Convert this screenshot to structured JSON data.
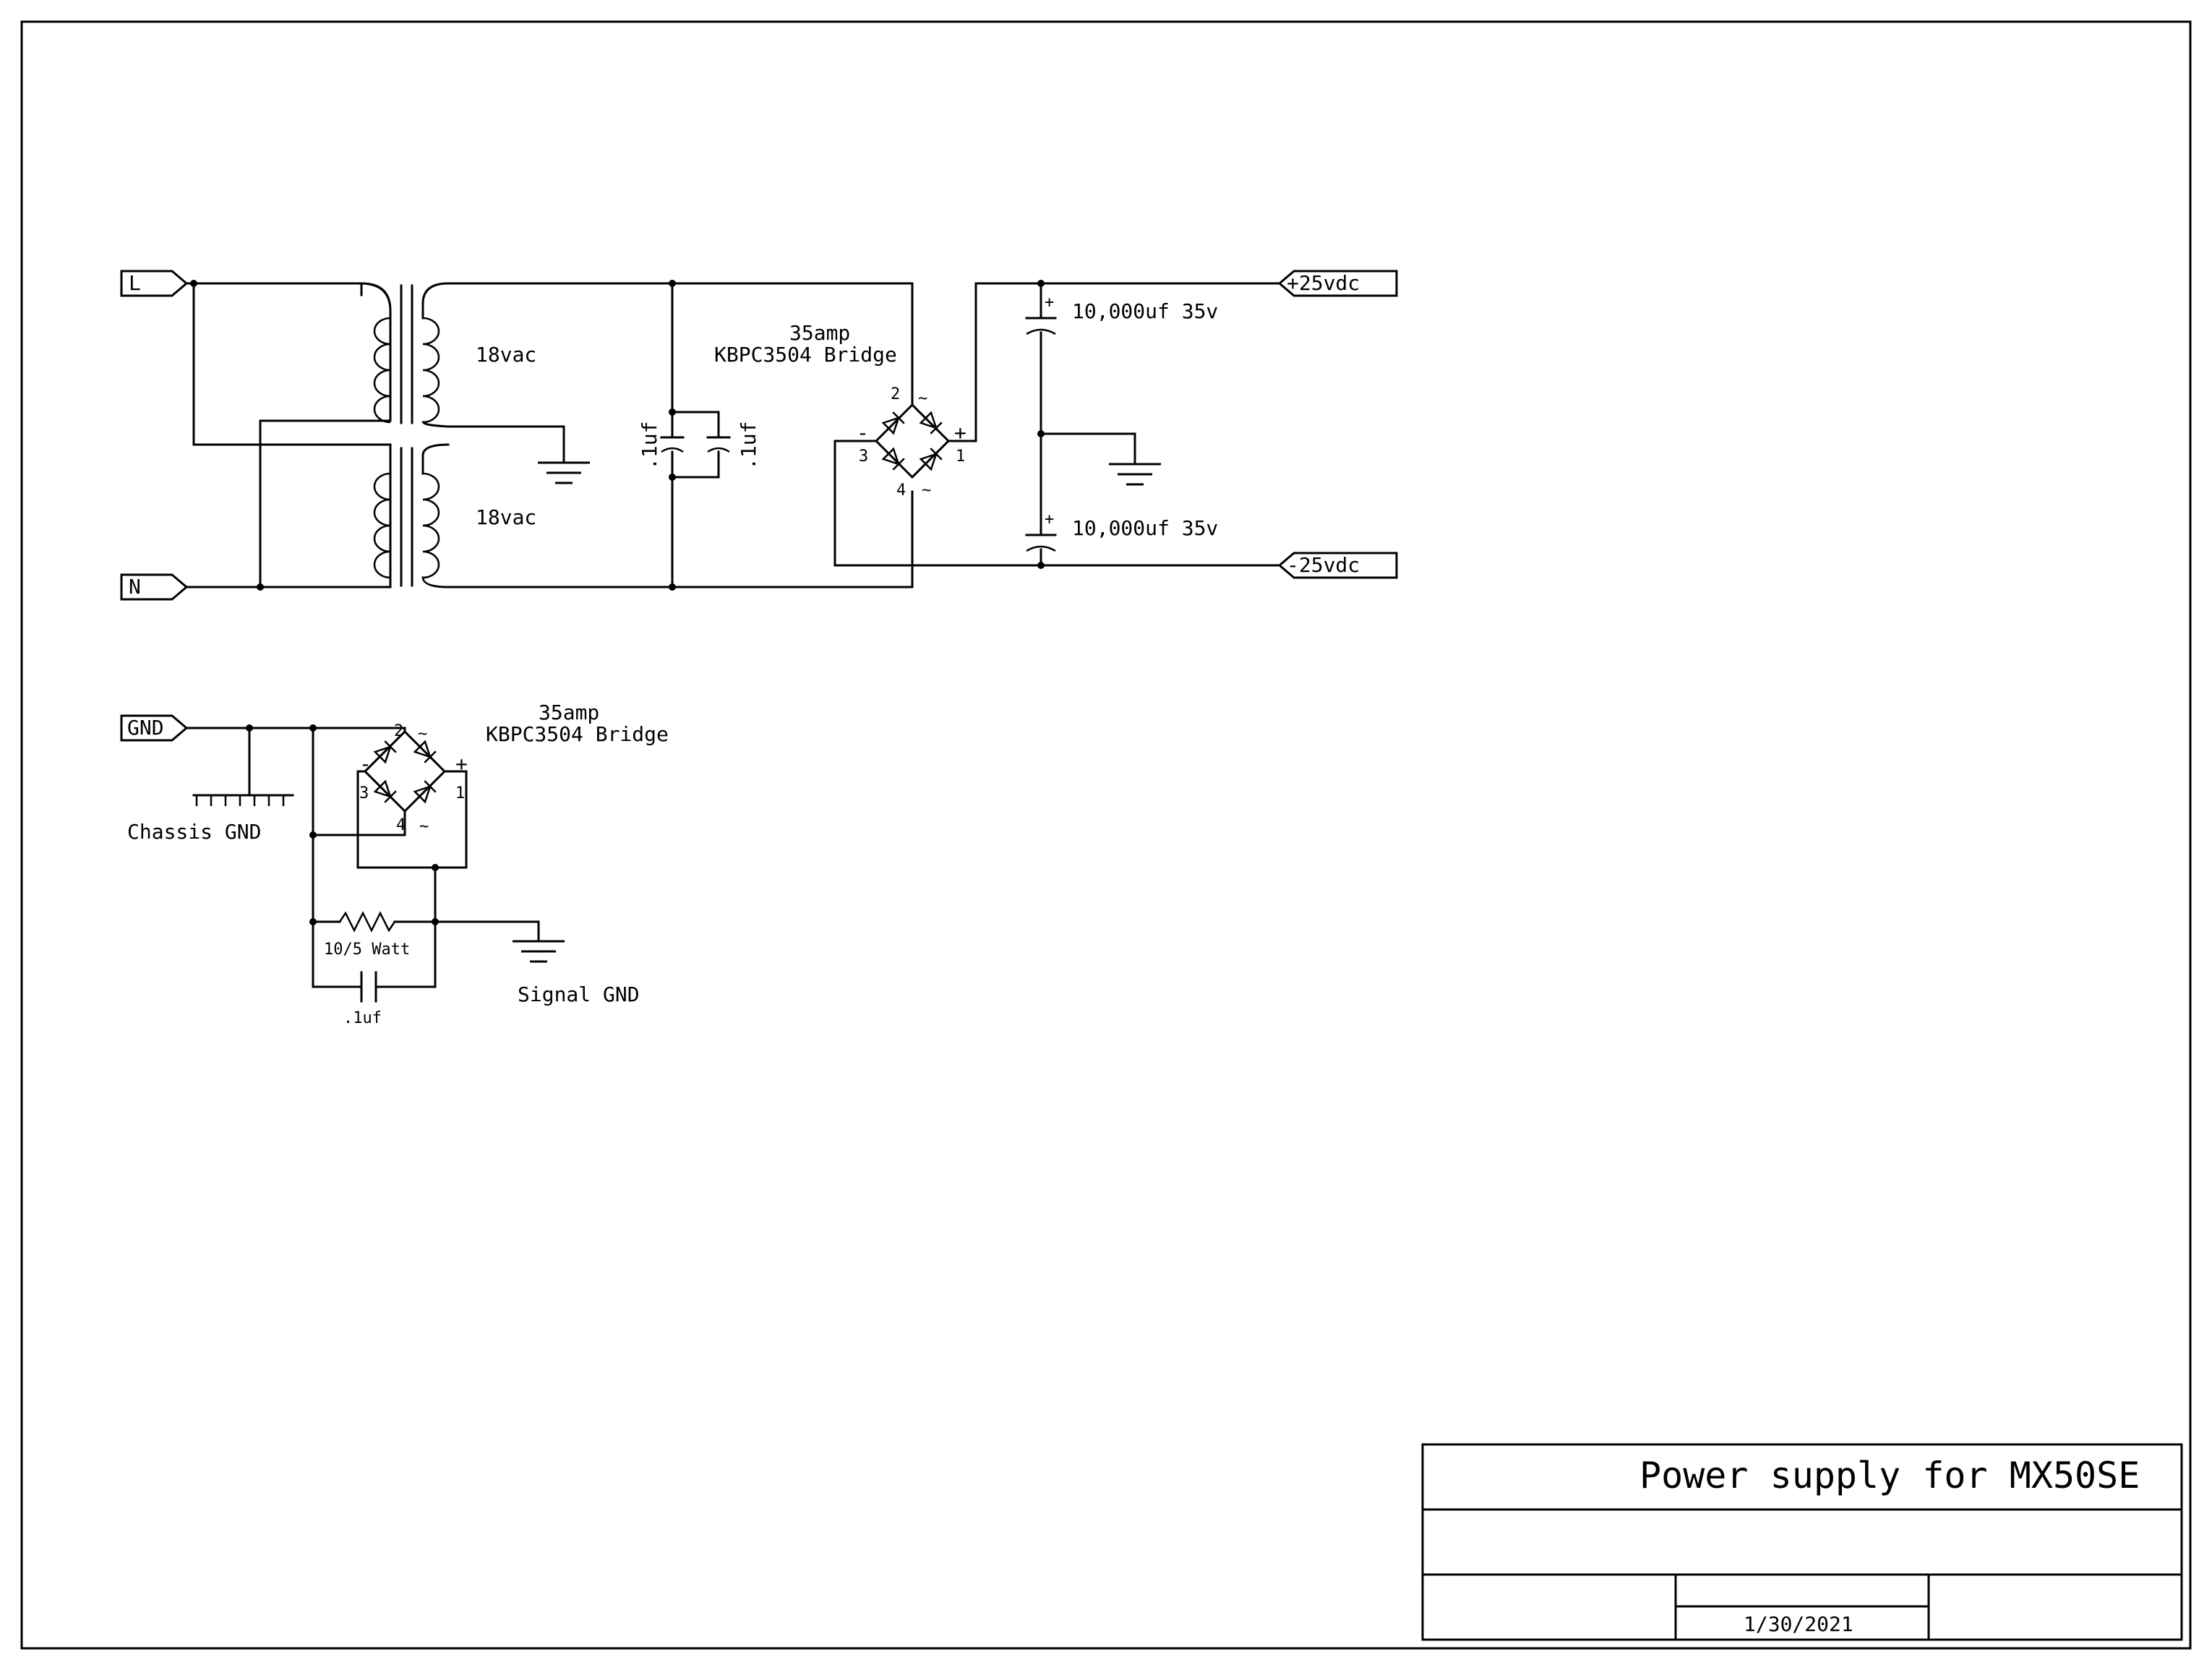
{
  "ports": {
    "line": "L",
    "neutral": "N",
    "gnd": "GND",
    "pos_out": "+25vdc",
    "neg_out": "-25vdc"
  },
  "transformer": {
    "upper_secondary": "18vac",
    "lower_secondary": "18vac"
  },
  "filter_caps": {
    "left": ".1uf",
    "right": ".1uf"
  },
  "bridge_main": {
    "rating": "35amp",
    "part": "KBPC3504 Bridge",
    "pins": {
      "p1": "1",
      "p2": "2",
      "p3": "3",
      "p4": "4",
      "plus": "+",
      "minus": "-",
      "ac": "~"
    }
  },
  "output_caps": {
    "upper": "10,000uf 35v",
    "lower": "10,000uf 35v",
    "polarity": "+"
  },
  "ground_loop": {
    "bridge_rating": "35amp",
    "bridge_part": "KBPC3504 Bridge",
    "chassis_label": "Chassis GND",
    "signal_label": "Signal GND",
    "resistor_label": "10/5 Watt",
    "cap_label": ".1uf"
  },
  "title_block": {
    "title": "Power supply for MX50SE",
    "date": "1/30/2021"
  }
}
